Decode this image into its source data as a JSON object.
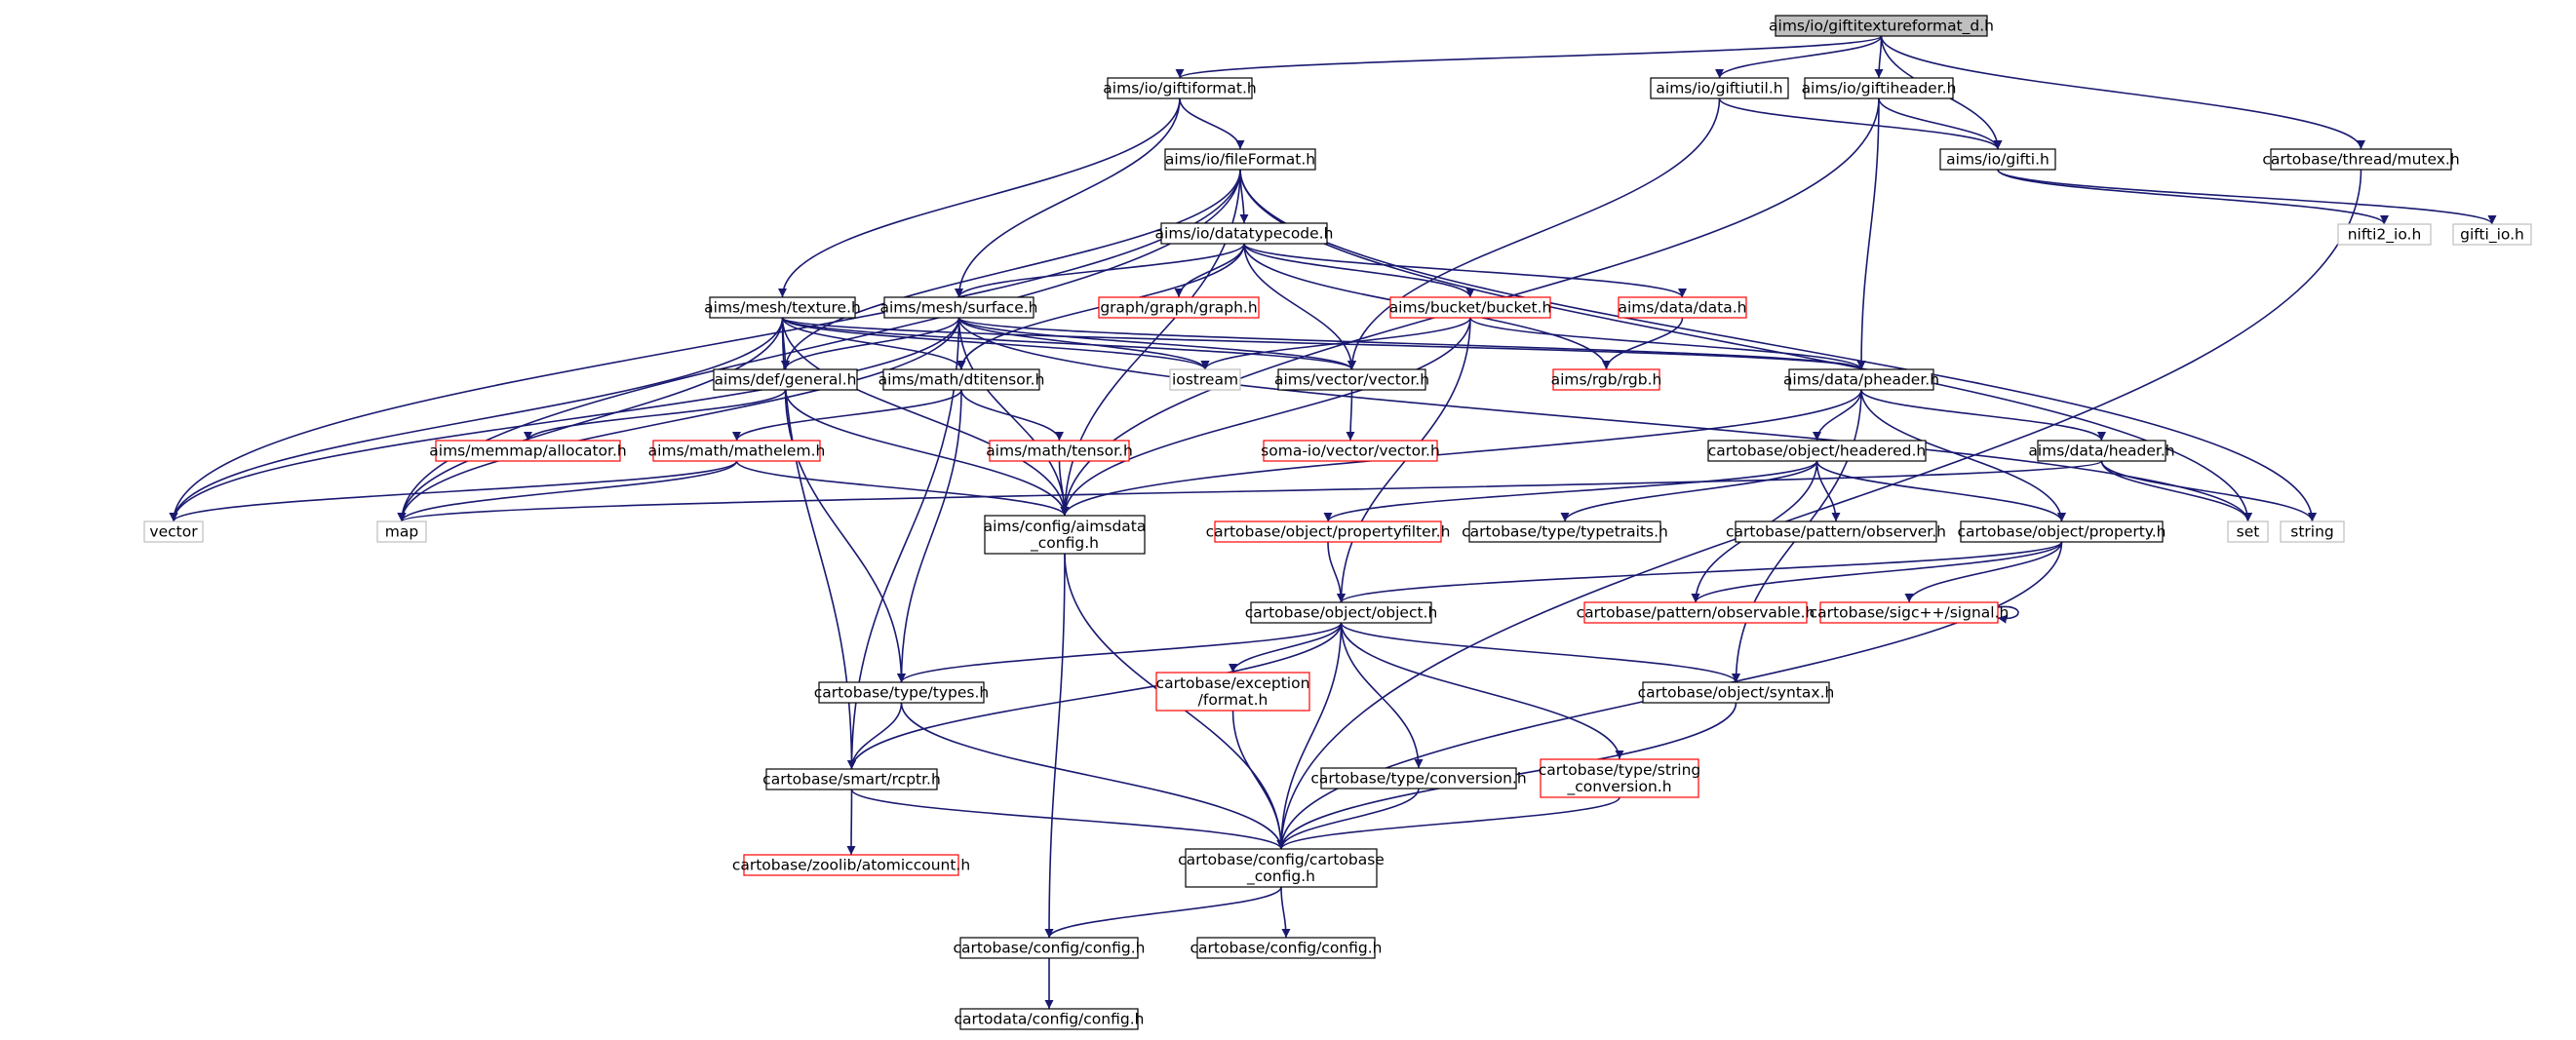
{
  "colors": {
    "edge": "#191970",
    "node_border_normal": "#000000",
    "node_border_truncated": "#ff0000",
    "node_border_external": "#bfbfbf",
    "node_fill_root": "#bfbfbf",
    "node_fill": "#ffffff"
  },
  "nodes": [
    {
      "id": "root",
      "label": [
        "aims/io/giftitextureformat_d.h"
      ],
      "kind": "root"
    },
    {
      "id": "giftiformat",
      "label": [
        "aims/io/giftiformat.h"
      ],
      "kind": "normal"
    },
    {
      "id": "giftiutil",
      "label": [
        "aims/io/giftiutil.h"
      ],
      "kind": "normal"
    },
    {
      "id": "giftiheader",
      "label": [
        "aims/io/giftiheader.h"
      ],
      "kind": "normal"
    },
    {
      "id": "mutex",
      "label": [
        "cartobase/thread/mutex.h"
      ],
      "kind": "normal"
    },
    {
      "id": "fileformat",
      "label": [
        "aims/io/fileFormat.h"
      ],
      "kind": "normal"
    },
    {
      "id": "gifti",
      "label": [
        "aims/io/gifti.h"
      ],
      "kind": "normal"
    },
    {
      "id": "nifti2io",
      "label": [
        "nifti2_io.h"
      ],
      "kind": "external"
    },
    {
      "id": "giftiio",
      "label": [
        "gifti_io.h"
      ],
      "kind": "external"
    },
    {
      "id": "datatypecode",
      "label": [
        "aims/io/datatypecode.h"
      ],
      "kind": "normal"
    },
    {
      "id": "texture",
      "label": [
        "aims/mesh/texture.h"
      ],
      "kind": "normal"
    },
    {
      "id": "surface",
      "label": [
        "aims/mesh/surface.h"
      ],
      "kind": "normal"
    },
    {
      "id": "graph",
      "label": [
        "graph/graph/graph.h"
      ],
      "kind": "truncated"
    },
    {
      "id": "bucket",
      "label": [
        "aims/bucket/bucket.h"
      ],
      "kind": "truncated"
    },
    {
      "id": "data",
      "label": [
        "aims/data/data.h"
      ],
      "kind": "truncated"
    },
    {
      "id": "general",
      "label": [
        "aims/def/general.h"
      ],
      "kind": "normal"
    },
    {
      "id": "dtitensor",
      "label": [
        "aims/math/dtitensor.h"
      ],
      "kind": "normal"
    },
    {
      "id": "iostream",
      "label": [
        "iostream"
      ],
      "kind": "external"
    },
    {
      "id": "vectorh",
      "label": [
        "aims/vector/vector.h"
      ],
      "kind": "normal"
    },
    {
      "id": "rgb",
      "label": [
        "aims/rgb/rgb.h"
      ],
      "kind": "truncated"
    },
    {
      "id": "pheader",
      "label": [
        "aims/data/pheader.h"
      ],
      "kind": "normal"
    },
    {
      "id": "allocator",
      "label": [
        "aims/memmap/allocator.h"
      ],
      "kind": "truncated"
    },
    {
      "id": "mathelem",
      "label": [
        "aims/math/mathelem.h"
      ],
      "kind": "truncated"
    },
    {
      "id": "tensor",
      "label": [
        "aims/math/tensor.h"
      ],
      "kind": "truncated"
    },
    {
      "id": "somavector",
      "label": [
        "soma-io/vector/vector.h"
      ],
      "kind": "truncated"
    },
    {
      "id": "headered",
      "label": [
        "cartobase/object/headered.h"
      ],
      "kind": "normal"
    },
    {
      "id": "header",
      "label": [
        "aims/data/header.h"
      ],
      "kind": "normal"
    },
    {
      "id": "vector",
      "label": [
        "vector"
      ],
      "kind": "external"
    },
    {
      "id": "map",
      "label": [
        "map"
      ],
      "kind": "external"
    },
    {
      "id": "aimsdataconfig",
      "label": [
        "aims/config/aimsdata",
        "_config.h"
      ],
      "kind": "normal"
    },
    {
      "id": "propertyfilter",
      "label": [
        "cartobase/object/propertyfilter.h"
      ],
      "kind": "truncated"
    },
    {
      "id": "typetraits",
      "label": [
        "cartobase/type/typetraits.h"
      ],
      "kind": "normal"
    },
    {
      "id": "observer",
      "label": [
        "cartobase/pattern/observer.h"
      ],
      "kind": "normal"
    },
    {
      "id": "property",
      "label": [
        "cartobase/object/property.h"
      ],
      "kind": "normal"
    },
    {
      "id": "set",
      "label": [
        "set"
      ],
      "kind": "external"
    },
    {
      "id": "string",
      "label": [
        "string"
      ],
      "kind": "external"
    },
    {
      "id": "object",
      "label": [
        "cartobase/object/object.h"
      ],
      "kind": "normal"
    },
    {
      "id": "observable",
      "label": [
        "cartobase/pattern/observable.h"
      ],
      "kind": "truncated"
    },
    {
      "id": "signal",
      "label": [
        "cartobase/sigc++/signal.h"
      ],
      "kind": "truncated"
    },
    {
      "id": "types",
      "label": [
        "cartobase/type/types.h"
      ],
      "kind": "normal"
    },
    {
      "id": "exceptionformat",
      "label": [
        "cartobase/exception",
        "/format.h"
      ],
      "kind": "truncated"
    },
    {
      "id": "syntax",
      "label": [
        "cartobase/object/syntax.h"
      ],
      "kind": "normal"
    },
    {
      "id": "conversion",
      "label": [
        "cartobase/type/conversion.h"
      ],
      "kind": "normal"
    },
    {
      "id": "stringconversion",
      "label": [
        "cartobase/type/string",
        "_conversion.h"
      ],
      "kind": "truncated"
    },
    {
      "id": "rcptr",
      "label": [
        "cartobase/smart/rcptr.h"
      ],
      "kind": "normal"
    },
    {
      "id": "cartobaseconfig",
      "label": [
        "cartobase/config/cartobase",
        "_config.h"
      ],
      "kind": "normal"
    },
    {
      "id": "atomiccount",
      "label": [
        "cartobase/zoolib/atomiccount.h"
      ],
      "kind": "truncated"
    },
    {
      "id": "config1",
      "label": [
        "cartobase/config/config.h"
      ],
      "kind": "normal"
    },
    {
      "id": "config2",
      "label": [
        "cartobase/config/config.h"
      ],
      "kind": "normal"
    },
    {
      "id": "cartodataconfig",
      "label": [
        "cartodata/config/config.h"
      ],
      "kind": "normal"
    }
  ],
  "edges": [
    [
      "root",
      "giftiformat"
    ],
    [
      "root",
      "giftiutil"
    ],
    [
      "root",
      "giftiheader"
    ],
    [
      "root",
      "gifti"
    ],
    [
      "root",
      "mutex"
    ],
    [
      "giftiformat",
      "fileformat"
    ],
    [
      "giftiformat",
      "texture"
    ],
    [
      "giftiformat",
      "surface"
    ],
    [
      "giftiutil",
      "gifti"
    ],
    [
      "giftiutil",
      "vectorh"
    ],
    [
      "giftiheader",
      "gifti"
    ],
    [
      "giftiheader",
      "pheader"
    ],
    [
      "giftiheader",
      "aimsdataconfig"
    ],
    [
      "gifti",
      "nifti2io"
    ],
    [
      "gifti",
      "giftiio"
    ],
    [
      "mutex",
      "cartobaseconfig"
    ],
    [
      "fileformat",
      "datatypecode"
    ],
    [
      "fileformat",
      "general"
    ],
    [
      "fileformat",
      "vector"
    ],
    [
      "fileformat",
      "map"
    ],
    [
      "fileformat",
      "aimsdataconfig"
    ],
    [
      "fileformat",
      "set"
    ],
    [
      "fileformat",
      "string"
    ],
    [
      "datatypecode",
      "surface"
    ],
    [
      "datatypecode",
      "graph"
    ],
    [
      "datatypecode",
      "bucket"
    ],
    [
      "datatypecode",
      "data"
    ],
    [
      "datatypecode",
      "dtitensor"
    ],
    [
      "datatypecode",
      "vectorh"
    ],
    [
      "datatypecode",
      "rgb"
    ],
    [
      "texture",
      "general"
    ],
    [
      "texture",
      "dtitensor"
    ],
    [
      "texture",
      "vectorh"
    ],
    [
      "texture",
      "pheader"
    ],
    [
      "texture",
      "vector"
    ],
    [
      "texture",
      "map"
    ],
    [
      "texture",
      "aimsdataconfig"
    ],
    [
      "texture",
      "rcptr"
    ],
    [
      "texture",
      "iostream"
    ],
    [
      "surface",
      "general"
    ],
    [
      "surface",
      "vectorh"
    ],
    [
      "surface",
      "pheader"
    ],
    [
      "surface",
      "map"
    ],
    [
      "surface",
      "vector"
    ],
    [
      "surface",
      "aimsdataconfig"
    ],
    [
      "surface",
      "iostream"
    ],
    [
      "surface",
      "rcptr"
    ],
    [
      "surface",
      "set"
    ],
    [
      "bucket",
      "pheader"
    ],
    [
      "bucket",
      "iostream"
    ],
    [
      "bucket",
      "aimsdataconfig"
    ],
    [
      "bucket",
      "object"
    ],
    [
      "data",
      "rgb"
    ],
    [
      "general",
      "allocator"
    ],
    [
      "general",
      "aimsdataconfig"
    ],
    [
      "general",
      "types"
    ],
    [
      "dtitensor",
      "mathelem"
    ],
    [
      "dtitensor",
      "tensor"
    ],
    [
      "dtitensor",
      "types"
    ],
    [
      "vectorh",
      "somavector"
    ],
    [
      "pheader",
      "headered"
    ],
    [
      "pheader",
      "header"
    ],
    [
      "pheader",
      "property"
    ],
    [
      "pheader",
      "syntax"
    ],
    [
      "pheader",
      "aimsdataconfig"
    ],
    [
      "mathelem",
      "vector"
    ],
    [
      "mathelem",
      "map"
    ],
    [
      "mathelem",
      "aimsdataconfig"
    ],
    [
      "tensor",
      "aimsdataconfig"
    ],
    [
      "headered",
      "propertyfilter"
    ],
    [
      "headered",
      "typetraits"
    ],
    [
      "headered",
      "observer"
    ],
    [
      "headered",
      "property"
    ],
    [
      "headered",
      "observable"
    ],
    [
      "header",
      "set"
    ],
    [
      "header",
      "string"
    ],
    [
      "header",
      "map"
    ],
    [
      "aimsdataconfig",
      "cartobaseconfig"
    ],
    [
      "aimsdataconfig",
      "config1"
    ],
    [
      "propertyfilter",
      "object"
    ],
    [
      "property",
      "object"
    ],
    [
      "property",
      "observable"
    ],
    [
      "property",
      "signal"
    ],
    [
      "property",
      "cartobaseconfig"
    ],
    [
      "signal",
      "signal"
    ],
    [
      "object",
      "types"
    ],
    [
      "object",
      "exceptionformat"
    ],
    [
      "object",
      "rcptr"
    ],
    [
      "object",
      "syntax"
    ],
    [
      "object",
      "conversion"
    ],
    [
      "object",
      "stringconversion"
    ],
    [
      "object",
      "cartobaseconfig"
    ],
    [
      "types",
      "rcptr"
    ],
    [
      "types",
      "cartobaseconfig"
    ],
    [
      "exceptionformat",
      "cartobaseconfig"
    ],
    [
      "syntax",
      "cartobaseconfig"
    ],
    [
      "conversion",
      "cartobaseconfig"
    ],
    [
      "stringconversion",
      "cartobaseconfig"
    ],
    [
      "rcptr",
      "atomiccount"
    ],
    [
      "rcptr",
      "cartobaseconfig"
    ],
    [
      "cartobaseconfig",
      "config1"
    ],
    [
      "cartobaseconfig",
      "config2"
    ],
    [
      "config1",
      "cartodataconfig"
    ]
  ]
}
